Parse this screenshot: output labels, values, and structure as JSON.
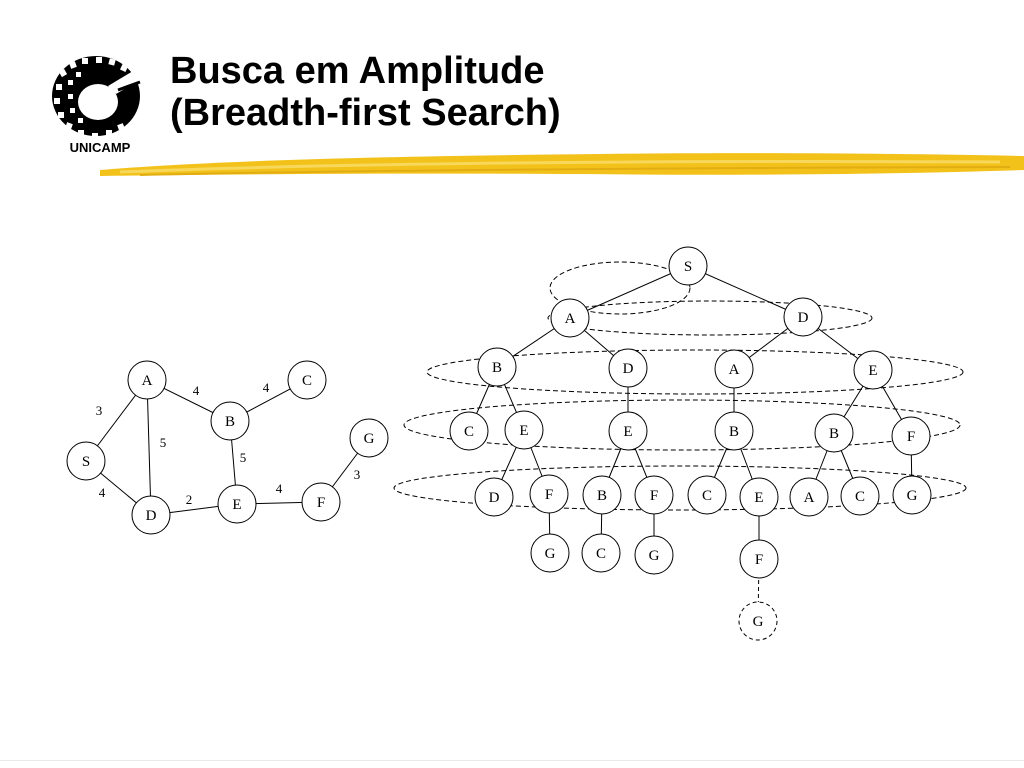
{
  "slide": {
    "title_line1": "Busca em Amplitude",
    "title_line2": "(Breadth-first Search)",
    "logo_text": "UNICAMP",
    "accent_color": "#f2c21b"
  },
  "graph": {
    "nodes": [
      {
        "id": "S",
        "label": "S"
      },
      {
        "id": "A",
        "label": "A"
      },
      {
        "id": "B",
        "label": "B"
      },
      {
        "id": "C",
        "label": "C"
      },
      {
        "id": "D",
        "label": "D"
      },
      {
        "id": "E",
        "label": "E"
      },
      {
        "id": "F",
        "label": "F"
      },
      {
        "id": "G",
        "label": "G"
      }
    ],
    "edges": [
      {
        "from": "S",
        "to": "A",
        "weight": "3"
      },
      {
        "from": "S",
        "to": "D",
        "weight": "4"
      },
      {
        "from": "A",
        "to": "B",
        "weight": "4"
      },
      {
        "from": "A",
        "to": "D",
        "weight": "5"
      },
      {
        "from": "B",
        "to": "C",
        "weight": "4"
      },
      {
        "from": "B",
        "to": "E",
        "weight": "5"
      },
      {
        "from": "D",
        "to": "E",
        "weight": "2"
      },
      {
        "from": "E",
        "to": "F",
        "weight": "4"
      },
      {
        "from": "F",
        "to": "G",
        "weight": "3"
      }
    ]
  },
  "tree": {
    "nodes": [
      {
        "id": "t_S",
        "label": "S"
      },
      {
        "id": "t_A",
        "label": "A"
      },
      {
        "id": "t_D",
        "label": "D"
      },
      {
        "id": "t_AB",
        "label": "B"
      },
      {
        "id": "t_AD",
        "label": "D"
      },
      {
        "id": "t_DA",
        "label": "A"
      },
      {
        "id": "t_DE",
        "label": "E"
      },
      {
        "id": "t_ABC",
        "label": "C"
      },
      {
        "id": "t_ABE",
        "label": "E"
      },
      {
        "id": "t_ADE",
        "label": "E"
      },
      {
        "id": "t_DAB",
        "label": "B"
      },
      {
        "id": "t_DEB",
        "label": "B"
      },
      {
        "id": "t_DEF",
        "label": "F"
      },
      {
        "id": "t_ABED",
        "label": "D"
      },
      {
        "id": "t_ABEF",
        "label": "F"
      },
      {
        "id": "t_ADEB",
        "label": "B"
      },
      {
        "id": "t_ADEF",
        "label": "F"
      },
      {
        "id": "t_DABC",
        "label": "C"
      },
      {
        "id": "t_DABE",
        "label": "E"
      },
      {
        "id": "t_DEBA",
        "label": "A"
      },
      {
        "id": "t_DEBC",
        "label": "C"
      },
      {
        "id": "t_DEFG",
        "label": "G"
      },
      {
        "id": "t_ABEFG",
        "label": "G"
      },
      {
        "id": "t_ADEBC",
        "label": "C"
      },
      {
        "id": "t_ADEFG",
        "label": "G"
      },
      {
        "id": "t_DABEF",
        "label": "F"
      },
      {
        "id": "t_DABEFG",
        "label": "G",
        "dashed": true
      }
    ],
    "edges": [
      [
        "t_S",
        "t_A"
      ],
      [
        "t_S",
        "t_D"
      ],
      [
        "t_A",
        "t_AB"
      ],
      [
        "t_A",
        "t_AD"
      ],
      [
        "t_D",
        "t_DA"
      ],
      [
        "t_D",
        "t_DE"
      ],
      [
        "t_AB",
        "t_ABC"
      ],
      [
        "t_AB",
        "t_ABE"
      ],
      [
        "t_AD",
        "t_ADE"
      ],
      [
        "t_DA",
        "t_DAB"
      ],
      [
        "t_DE",
        "t_DEB"
      ],
      [
        "t_DE",
        "t_DEF"
      ],
      [
        "t_ABE",
        "t_ABED"
      ],
      [
        "t_ABE",
        "t_ABEF"
      ],
      [
        "t_ADE",
        "t_ADEB"
      ],
      [
        "t_ADE",
        "t_ADEF"
      ],
      [
        "t_DAB",
        "t_DABC"
      ],
      [
        "t_DAB",
        "t_DABE"
      ],
      [
        "t_DEB",
        "t_DEBA"
      ],
      [
        "t_DEB",
        "t_DEBC"
      ],
      [
        "t_DEF",
        "t_DEFG"
      ],
      [
        "t_ABEF",
        "t_ABEFG"
      ],
      [
        "t_ADEB",
        "t_ADEBC"
      ],
      [
        "t_ADEF",
        "t_ADEFG"
      ],
      [
        "t_DABE",
        "t_DABEF"
      ],
      [
        "t_DABEF",
        "t_DABEFG",
        "dashed"
      ]
    ]
  }
}
